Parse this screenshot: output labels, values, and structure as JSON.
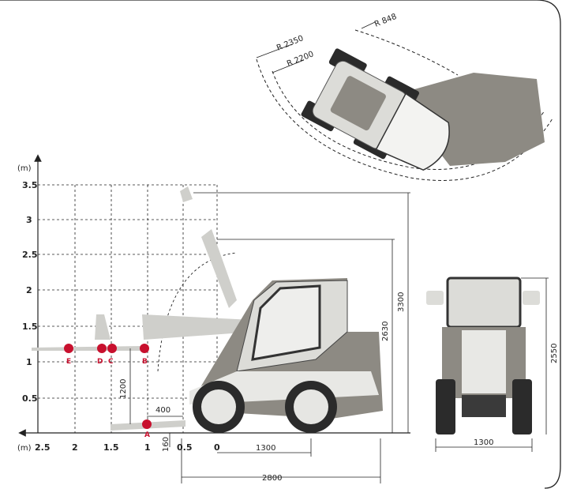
{
  "y_axis": {
    "unit": "(m)",
    "ticks": [
      "3.5",
      "3",
      "2.5",
      "2",
      "1.5",
      "1",
      "0.5"
    ]
  },
  "x_axis": {
    "unit": "(m)",
    "ticks": [
      "2.5",
      "2",
      "1.5",
      "1",
      "0.5",
      "0"
    ]
  },
  "turning": {
    "r_outer": "R 2350",
    "r_mid": "R 2200",
    "r_inner": "R 848"
  },
  "side_dims": {
    "height_max": "3300",
    "height_pin": "2630",
    "wheelbase": "1300",
    "length": "2800",
    "reach": "400",
    "lift": "1200",
    "dig": "160"
  },
  "front_dims": {
    "height": "2550",
    "width": "1300"
  },
  "points": {
    "e": "E",
    "d": "D",
    "c": "C",
    "b": "B",
    "a": "A"
  },
  "colors": {
    "target_red": "#c8102e",
    "body_grey": "#8d8a83",
    "light_grey": "#dcdcd8",
    "tyre": "#2b2b2b"
  }
}
